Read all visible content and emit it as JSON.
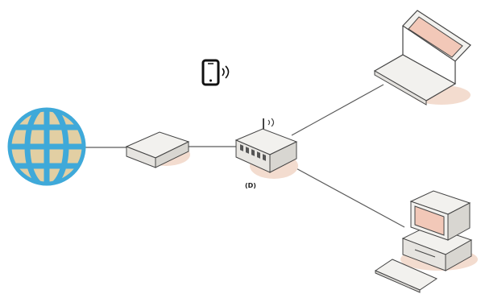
{
  "diagram": {
    "router_label": "(D)",
    "nodes": [
      {
        "id": "internet",
        "icon": "globe-icon"
      },
      {
        "id": "modem",
        "icon": "modem-icon"
      },
      {
        "id": "router",
        "icon": "wireless-router-icon"
      },
      {
        "id": "phone",
        "icon": "smartphone-icon"
      },
      {
        "id": "laptop",
        "icon": "laptop-icon"
      },
      {
        "id": "desktop",
        "icon": "desktop-computer-icon"
      }
    ],
    "connections": [
      {
        "from": "internet",
        "to": "modem",
        "type": "wired"
      },
      {
        "from": "modem",
        "to": "router",
        "type": "wired"
      },
      {
        "from": "router",
        "to": "laptop",
        "type": "wired"
      },
      {
        "from": "router",
        "to": "desktop",
        "type": "wired"
      },
      {
        "from": "router",
        "to": "phone",
        "type": "wireless"
      }
    ],
    "colors": {
      "globe_fill": "#3fa9d9",
      "globe_land": "#e2cfa3",
      "device_body": "#f2f1ee",
      "device_stroke": "#444444",
      "screen_fill": "#f2c8b8",
      "shadow": "#f3dccf",
      "line": "#5a5a5a"
    }
  }
}
